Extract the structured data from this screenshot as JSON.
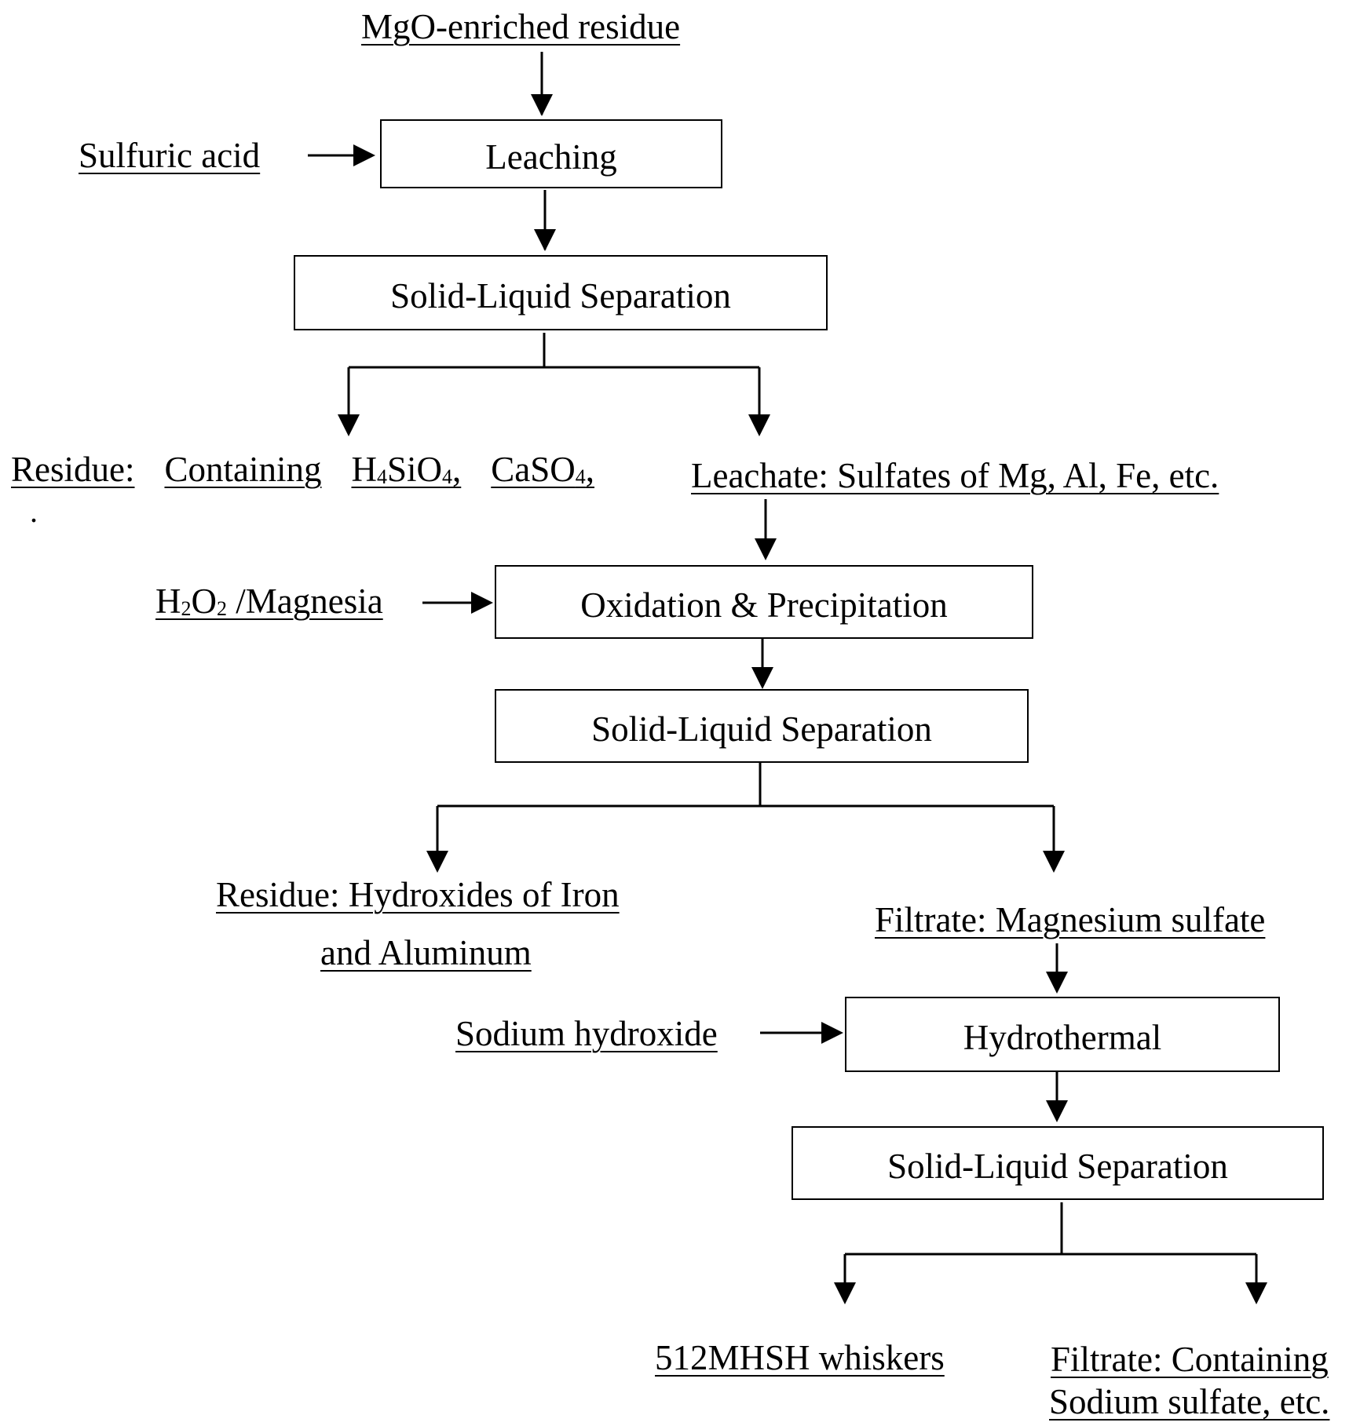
{
  "inputs": {
    "mgo_residue": "MgO-enriched residue",
    "sulfuric_acid": "Sulfuric acid",
    "h2o2_magnesia": {
      "h": "H",
      "sub1": "2",
      "o": "O",
      "sub2": "2",
      "rest": " /Magnesia"
    },
    "sodium_hydroxide": "Sodium hydroxide"
  },
  "steps": {
    "leaching": "Leaching",
    "separation_1": "Solid-Liquid Separation",
    "oxidation": "Oxidation & Precipitation",
    "separation_2": "Solid-Liquid Separation",
    "hydrothermal": "Hydrothermal",
    "separation_3": "Solid-Liquid Separation"
  },
  "outputs": {
    "residue_1": {
      "prefix": "Residue:",
      "containing": "Containing",
      "h4sio4": {
        "h": "H",
        "sub": "4",
        "rest": "SiO",
        "sub2": "4",
        "comma": ","
      },
      "caso4": {
        "text": "CaSO",
        "sub": "4",
        "comma": ","
      },
      "dot": "."
    },
    "leachate": "Leachate: Sulfates of Mg, Al, Fe, etc.",
    "residue_2_line1": "Residue: Hydroxides of Iron",
    "residue_2_line2": "and Aluminum",
    "filtrate_mgso4": "Filtrate: Magnesium sulfate",
    "whiskers": "512MHSH whiskers",
    "filtrate_final_line1": "Filtrate: Containing",
    "filtrate_final_line2": "Sodium sulfate, etc."
  }
}
